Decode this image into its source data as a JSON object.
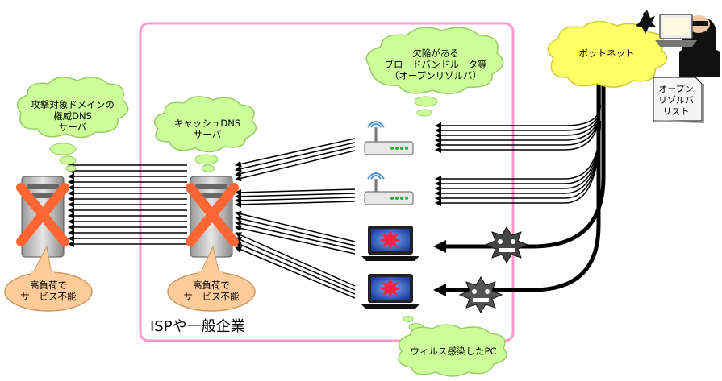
{
  "labels": {
    "target_dns": [
      "攻撃対象ドメインの",
      "権威DNS",
      "サーバ"
    ],
    "cache_dns": [
      "キャッシュDNS",
      "サーバ"
    ],
    "vulnerable_router": [
      "欠陥がある",
      "ブロードバンドルータ等",
      "（オープンリゾルバ）"
    ],
    "botnet": "ボットネット",
    "open_resolver_list": [
      "オープン",
      "リゾルバ",
      "リスト"
    ],
    "overload_left": [
      "高負荷で",
      "サービス不能"
    ],
    "overload_center": [
      "高負荷で",
      "サービス不能"
    ],
    "isp_region": "ISPや一般企業",
    "infected_pc": "ウィルス感染したPC"
  },
  "colors": {
    "cloud_green": "#ccff99",
    "cloud_yellow": "#ffff66",
    "bubble_orange": "#ffcc99",
    "region_border": "#ff99cc",
    "x_mark": "#ff6633",
    "arrow": "#000000"
  },
  "icons": {
    "server": "server-icon",
    "router": "wifi-router-icon",
    "laptop": "infected-laptop-icon",
    "virus": "virus-icon",
    "hacker": "hacker-icon",
    "document": "document-icon"
  }
}
